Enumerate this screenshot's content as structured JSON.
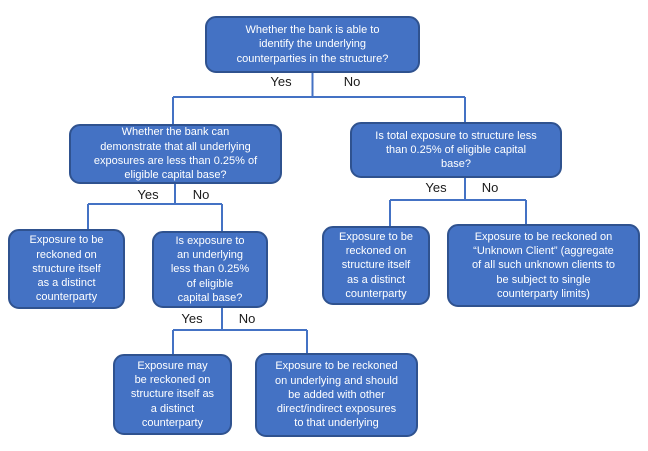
{
  "diagram": {
    "type": "flowchart",
    "topic": "Bank exposure to structures - counterparty identification decision tree",
    "colors": {
      "node_fill": "#4472C4",
      "node_border": "#2F528F",
      "connector": "#4472C4",
      "node_text": "#FFFFFF",
      "branch_label_text": "#1A1A1A",
      "background": "#FFFFFF"
    },
    "nodes": [
      {
        "id": "q-identify-counterparties",
        "text": "Whether the bank is able to\nidentify the underlying\ncounterparties in the structure?"
      },
      {
        "id": "q-demonstrate-all-underlying",
        "text": "Whether the bank can\ndemonstrate that all underlying\nexposures are less than 0.25% of\neligible capital base?"
      },
      {
        "id": "q-total-exposure-structure",
        "text": "Is total exposure to structure less\nthan 0.25% of eligible capital\nbase?"
      },
      {
        "id": "r-structure-distinct-left",
        "text": "Exposure to be\nreckoned on\nstructure itself\nas a distinct\ncounterparty"
      },
      {
        "id": "q-exposure-to-underlying",
        "text": "Is exposure to\nan underlying\nless than 0.25%\nof eligible\ncapital base?"
      },
      {
        "id": "r-structure-distinct-right",
        "text": "Exposure to be\nreckoned on\nstructure itself\nas a distinct\ncounterparty"
      },
      {
        "id": "r-unknown-client",
        "text": "Exposure to be reckoned on\n“Unknown Client” (aggregate\nof all such unknown clients to\nbe subject to single\ncounterparty limits)"
      },
      {
        "id": "r-may-structure-distinct",
        "text": "Exposure may\nbe reckoned on\nstructure itself as\na distinct\ncounterparty"
      },
      {
        "id": "r-reckoned-on-underlying",
        "text": "Exposure to be reckoned\non underlying and should\nbe added with other\ndirect/indirect exposures\nto that underlying"
      }
    ],
    "edges": [
      {
        "from": "q-identify-counterparties",
        "to": "q-demonstrate-all-underlying",
        "label": "Yes"
      },
      {
        "from": "q-identify-counterparties",
        "to": "q-total-exposure-structure",
        "label": "No"
      },
      {
        "from": "q-demonstrate-all-underlying",
        "to": "r-structure-distinct-left",
        "label": "Yes"
      },
      {
        "from": "q-demonstrate-all-underlying",
        "to": "q-exposure-to-underlying",
        "label": "No"
      },
      {
        "from": "q-total-exposure-structure",
        "to": "r-structure-distinct-right",
        "label": "Yes"
      },
      {
        "from": "q-total-exposure-structure",
        "to": "r-unknown-client",
        "label": "No"
      },
      {
        "from": "q-exposure-to-underlying",
        "to": "r-may-structure-distinct",
        "label": "Yes"
      },
      {
        "from": "q-exposure-to-underlying",
        "to": "r-reckoned-on-underlying",
        "label": "No"
      }
    ]
  }
}
